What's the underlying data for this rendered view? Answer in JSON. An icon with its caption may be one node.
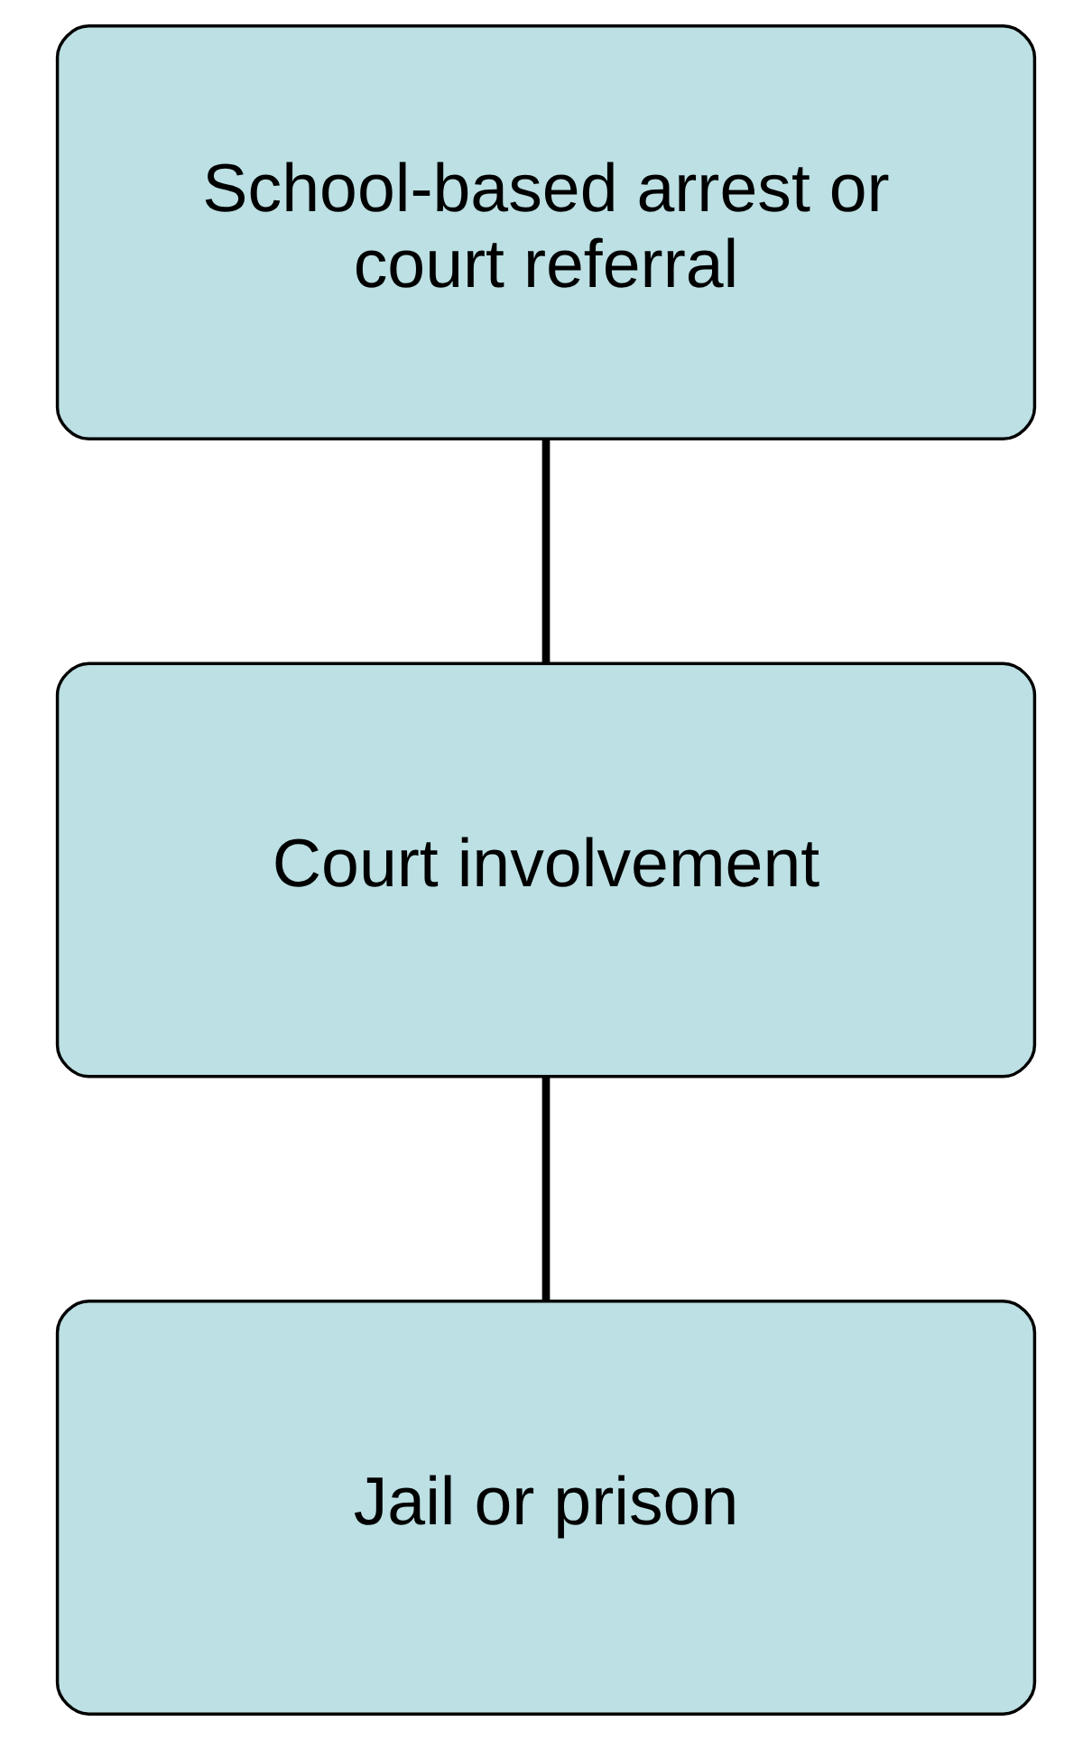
{
  "diagram": {
    "nodes": [
      {
        "text": [
          "School-based arrest or court referral"
        ]
      },
      {
        "text": [
          "Court involvement"
        ]
      },
      {
        "text": [
          "Jail or prison"
        ]
      }
    ],
    "edges": [
      {
        "from": 0,
        "to": 1,
        "arrow": "none"
      },
      {
        "from": 1,
        "to": 2,
        "arrow": "none"
      }
    ]
  }
}
